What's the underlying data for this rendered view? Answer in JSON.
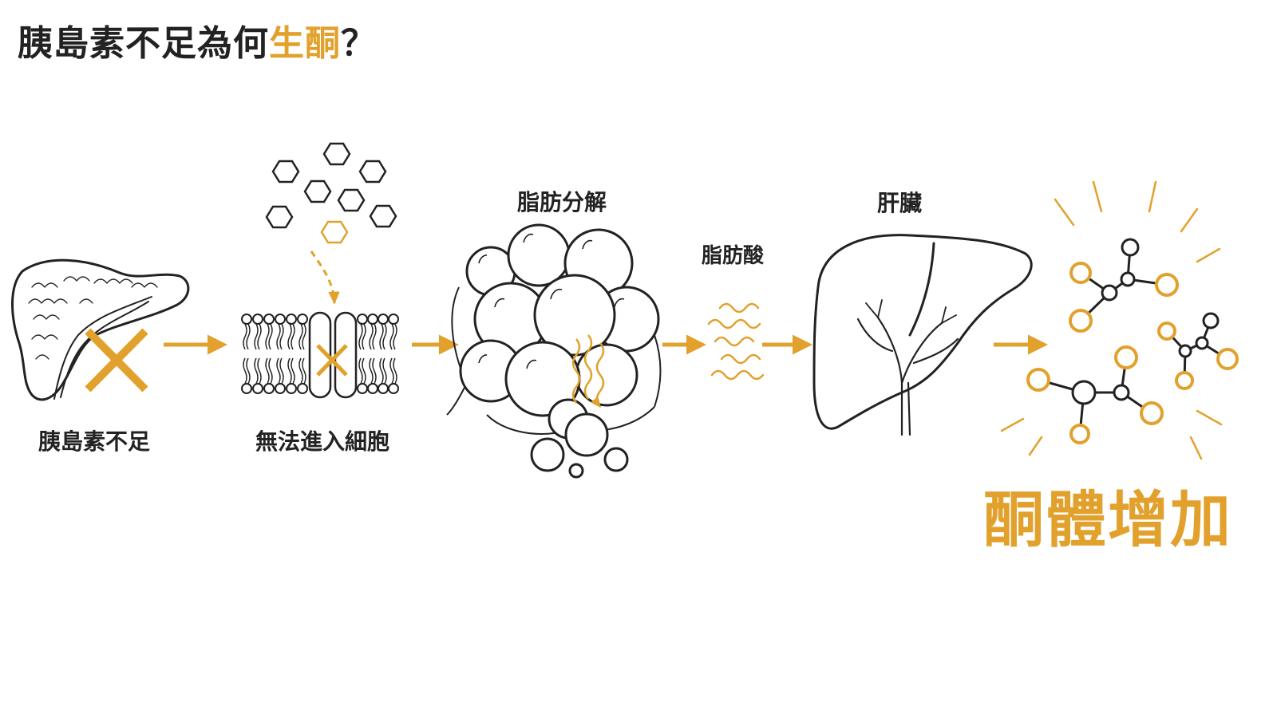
{
  "title": {
    "main": "胰島素不足為何",
    "highlight": "生酮",
    "end": "？"
  },
  "steps": {
    "pancreas": "胰島素不足",
    "membrane": "無法進入細胞",
    "fat_breakdown": "脂肪分解",
    "fatty_acid": "脂肪酸",
    "liver": "肝臟"
  },
  "result": "酮體增加",
  "colors": {
    "accent": "#E1A12C",
    "ink": "#222222"
  }
}
